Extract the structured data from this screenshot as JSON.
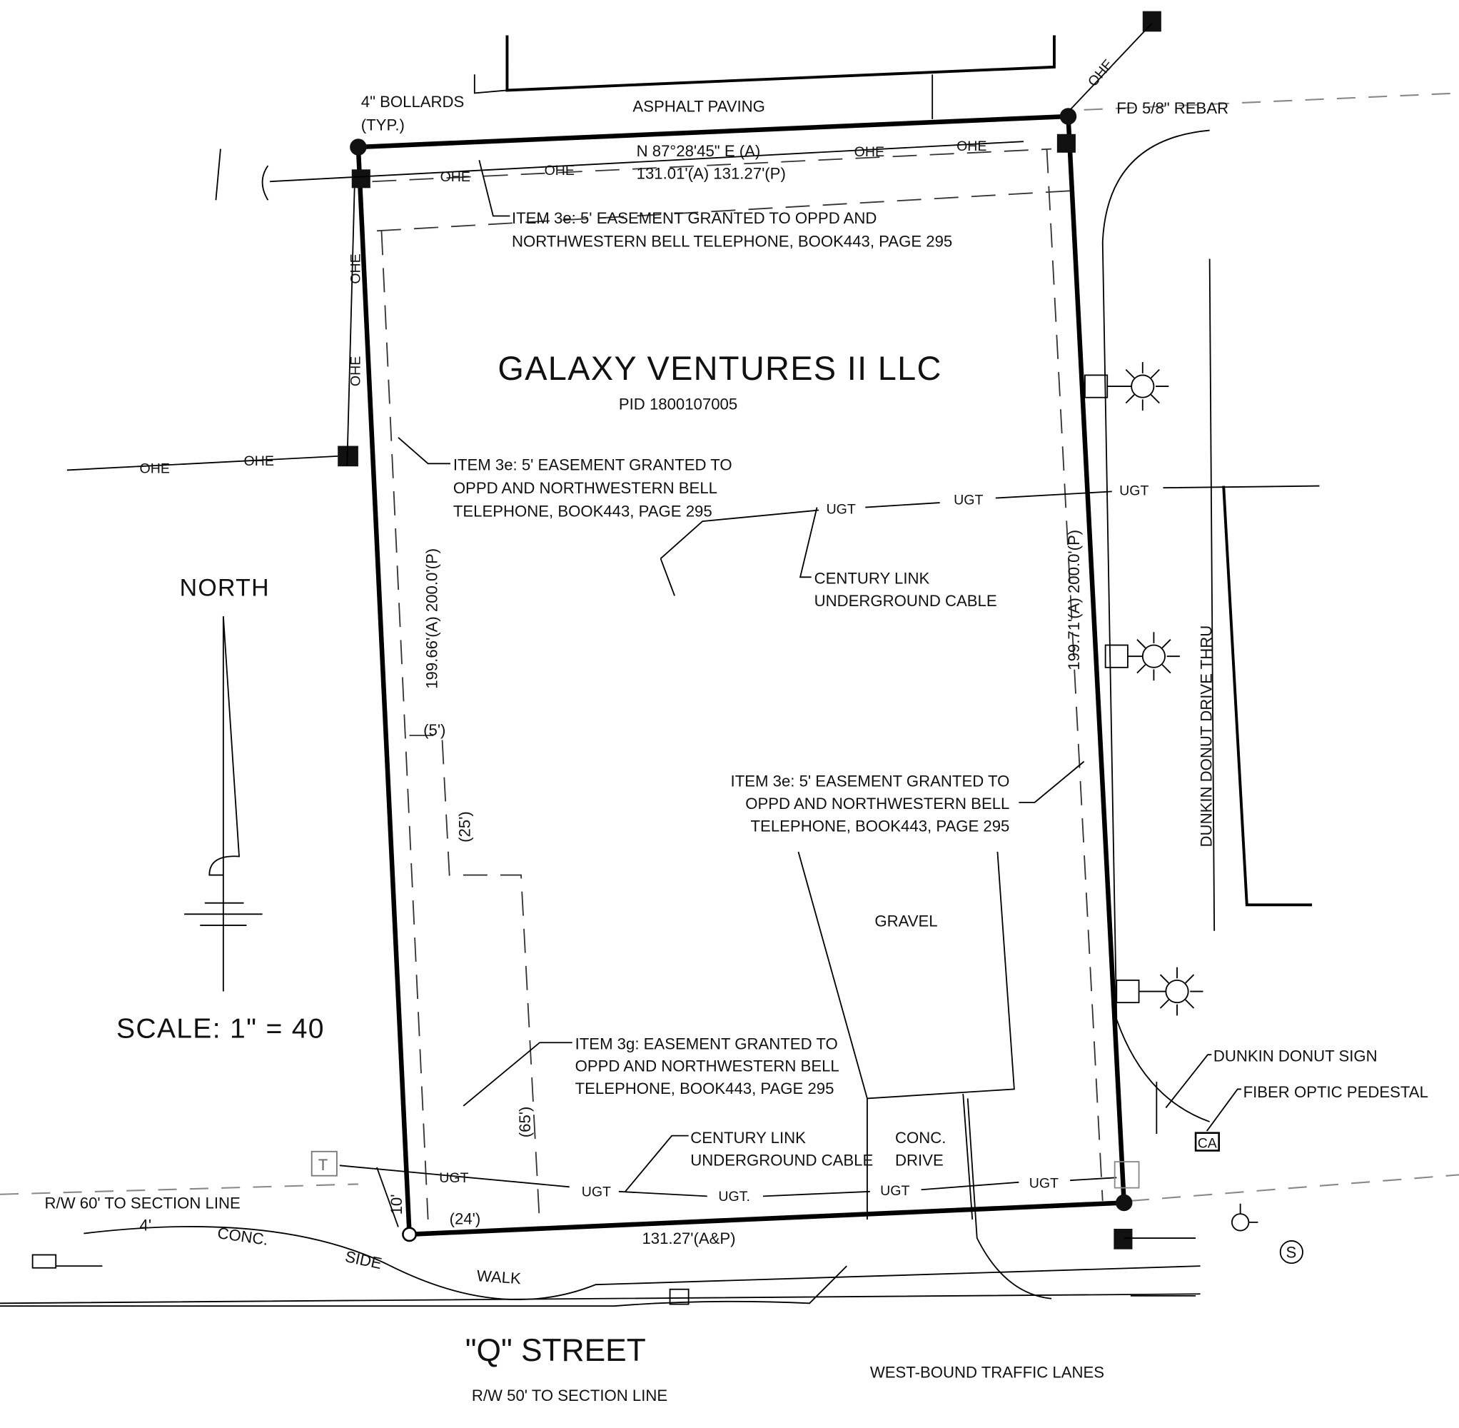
{
  "title": {
    "owner": "GALAXY VENTURES II LLC",
    "pid": "PID 1800107005"
  },
  "labels": {
    "bollards": [
      "4\" BOLLARDS",
      "(TYP.)"
    ],
    "asphalt": "ASPHALT PAVING",
    "rebar": "FD 5/8\" REBAR",
    "bearing_top": "N 87°28'45\" E (A)",
    "dist_top": "131.01'(A) 131.27'(P)",
    "dist_bottom": "131.27'(A&P)",
    "dist_left": "199.66'(A) 200.0'(P)",
    "dist_right": "199.71'(A) 200.0'(P)",
    "easement_top": [
      "ITEM 3e: 5' EASEMENT GRANTED TO OPPD AND",
      "NORTHWESTERN BELL TELEPHONE, BOOK443, PAGE 295"
    ],
    "easement_left": [
      "ITEM 3e: 5' EASEMENT GRANTED TO",
      "OPPD AND NORTHWESTERN BELL",
      "TELEPHONE, BOOK443, PAGE 295"
    ],
    "easement_right": [
      "ITEM 3e: 5' EASEMENT GRANTED TO",
      "OPPD AND NORTHWESTERN BELL",
      "TELEPHONE, BOOK443, PAGE 295"
    ],
    "easement_bottom": [
      "ITEM 3g: EASEMENT GRANTED TO",
      "OPPD AND NORTHWESTERN BELL",
      "TELEPHONE, BOOK443, PAGE 295"
    ],
    "century_link_1": [
      "CENTURY LINK",
      "UNDERGROUND CABLE"
    ],
    "century_link_2": [
      "CENTURY LINK",
      "UNDERGROUND CABLE"
    ],
    "gravel": "GRAVEL",
    "conc_drive": [
      "CONC.",
      "DRIVE"
    ],
    "dunkin_thru": "DUNKIN DONUT DRIVE THRU",
    "dunkin_sign": "DUNKIN DONUT SIGN",
    "fiber": "FIBER OPTIC PEDESTAL",
    "ca": "CA",
    "t_box": "T",
    "s_symbol": "S",
    "dim_5": "(5')",
    "dim_25": "(25')",
    "dim_65": "(65')",
    "dim_24": "(24')",
    "dim_10": "10'",
    "rw60": "R/W 60' TO SECTION LINE",
    "sidewalk": [
      "4'",
      "CONC.",
      "SIDE",
      "WALK"
    ],
    "street": "\"Q\" STREET",
    "rw50": "R/W 50' TO SECTION LINE",
    "westbound": "WEST-BOUND TRAFFIC LANES",
    "north": "NORTH",
    "scale": "SCALE: 1\" = 40",
    "ohe": "OHE",
    "ugt": "UGT",
    "ugt_dot": "UGT."
  }
}
